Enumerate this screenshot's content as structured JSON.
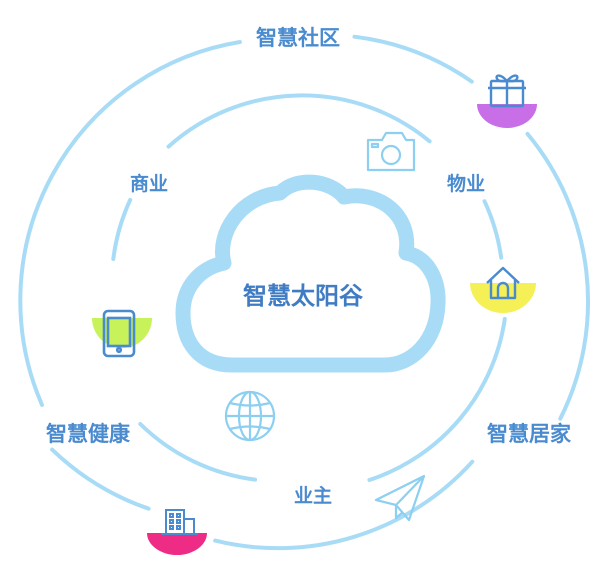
{
  "center": {
    "label": "智慧太阳谷"
  },
  "outer_labels": {
    "top": "智慧社区",
    "left": "智慧健康",
    "right": "智慧居家"
  },
  "inner_labels": {
    "left": "商业",
    "right": "物业",
    "bottom": "业主"
  },
  "colors": {
    "ring": "#a8dcf6",
    "cloud_stroke": "#a8dcf6",
    "label_text": "#4a8bd0",
    "center_text": "#3f7cc4",
    "icon_stroke": "#8ccff0",
    "gift_badge": "#c86ee6",
    "home_badge": "#f5f055",
    "phone_badge": "#c8f25a",
    "building_badge": "#ee2c86"
  },
  "icons": [
    "gift-icon",
    "home-icon",
    "phone-icon",
    "building-icon",
    "camera-icon",
    "globe-icon",
    "paper-plane-icon",
    "cloud-icon"
  ]
}
